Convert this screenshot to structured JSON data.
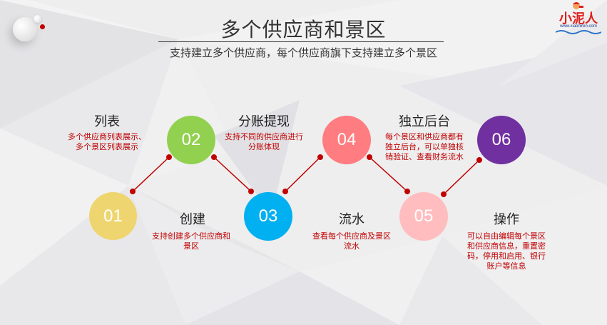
{
  "slide": {
    "title": "多个供应商和景区",
    "subtitle": "支持建立多个供应商，每个供应商旗下支持建立多个景区"
  },
  "logo": {
    "text": "小泥人",
    "url": "www.xiaoniren.com",
    "icon": "mascot-logo-icon"
  },
  "colors": {
    "accent_red": "#c00000",
    "step01": "#EED56F",
    "step02": "#92D050",
    "step03": "#00B0F0",
    "step04": "#FF7C80",
    "step05": "#FFBDBF",
    "step06": "#7030A0"
  },
  "steps": [
    {
      "number": "01",
      "title": "创建",
      "desc": [
        "支持创建多个供应商和",
        "景区"
      ]
    },
    {
      "number": "02",
      "title": "列表",
      "desc": [
        "多个供应商列表展示、",
        "多个景区列表展示"
      ]
    },
    {
      "number": "03",
      "title": "流水",
      "desc": [
        "查看每个供应商及景区",
        "流水"
      ]
    },
    {
      "number": "04",
      "title": "分账提现",
      "desc": [
        "支持不同的供应商进行",
        "分账体现"
      ]
    },
    {
      "number": "05",
      "title": "操作",
      "desc": [
        "可以自由编辑每个景区",
        "和供应商信息，重置密",
        "码，停用和启用、银行",
        "账户等信息"
      ]
    },
    {
      "number": "06",
      "title": "独立后台",
      "desc": [
        "每个景区和供应商都有",
        "独立后台，可以单独核",
        "销验证、查看财务流水"
      ]
    }
  ]
}
